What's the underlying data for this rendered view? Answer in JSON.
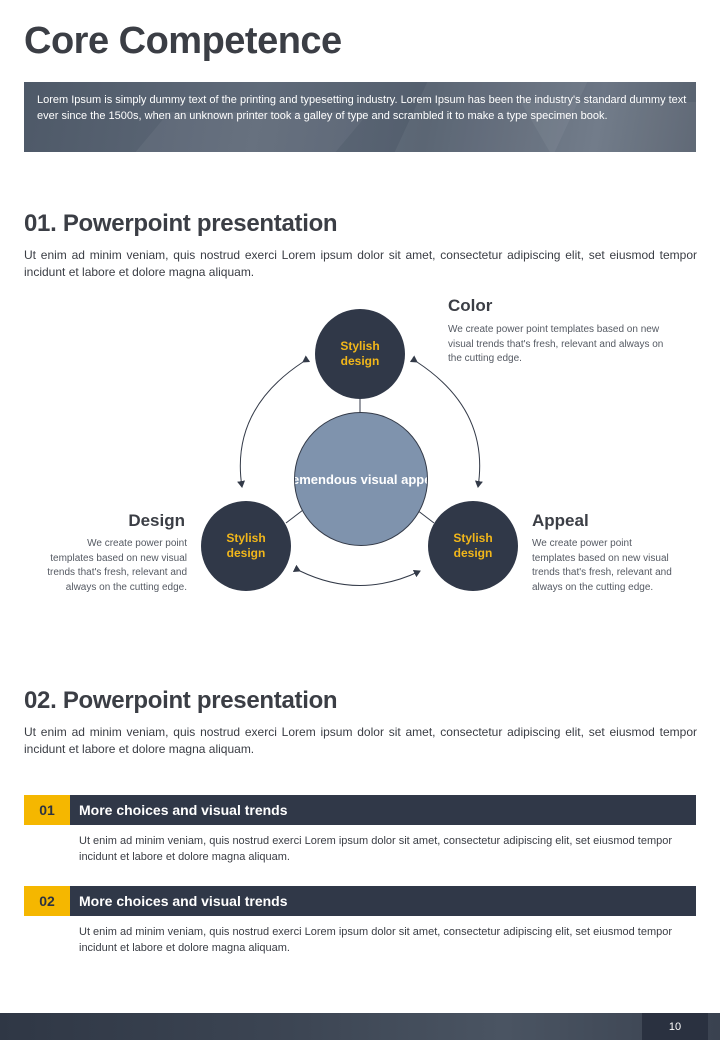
{
  "header": {
    "title": "Core Competence"
  },
  "intro": {
    "text": "Lorem Ipsum is simply dummy text of the printing and typesetting industry. Lorem Ipsum has been the industry's standard dummy text ever since the 1500s, when an unknown printer took a galley of type and scrambled it to make a type specimen book."
  },
  "section1": {
    "heading": "01. Powerpoint presentation",
    "body": "Ut enim ad minim veniam, quis nostrud exerci  Lorem ipsum dolor sit amet, consectetur adipiscing elit, set eiusmod tempor incidunt et labore et dolore magna aliquam."
  },
  "diagram": {
    "center_label": "Tremendous visual appeal",
    "nodes": [
      {
        "label": "Stylish design",
        "title": "Color",
        "desc": "We create power point templates based on new visual trends that's fresh, relevant and always on the cutting edge."
      },
      {
        "label": "Stylish design",
        "title": "Design",
        "desc": "We create power point templates based on new visual trends that's fresh, relevant and always on the cutting edge."
      },
      {
        "label": "Stylish design",
        "title": "Appeal",
        "desc": "We create power point templates based on new visual trends that's fresh, relevant and always on the cutting edge."
      }
    ],
    "colors": {
      "node": "#303848",
      "accent": "#f2b71a",
      "center": "#7f93ad"
    }
  },
  "section2": {
    "heading": "02. Powerpoint presentation",
    "body": "Ut enim ad minim veniam, quis nostrud exerci  Lorem ipsum dolor sit amet, consectetur adipiscing elit, set eiusmod tempor incidunt et labore et dolore magna aliquam.",
    "items": [
      {
        "num": "01",
        "title": "More choices and visual trends",
        "desc": "Ut enim ad minim veniam, quis nostrud exerci  Lorem ipsum dolor sit amet, consectetur adipiscing elit, set eiusmod tempor incidunt et labore et dolore magna aliquam."
      },
      {
        "num": "02",
        "title": "More choices and visual trends",
        "desc": "Ut enim ad minim veniam, quis nostrud exerci  Lorem ipsum dolor sit amet, consectetur adipiscing elit, set eiusmod tempor incidunt et labore et dolore magna aliquam."
      }
    ]
  },
  "footer": {
    "page_number": "10"
  },
  "colors": {
    "accent": "#f5b700",
    "dark": "#303848",
    "banner": "#535e6d"
  }
}
